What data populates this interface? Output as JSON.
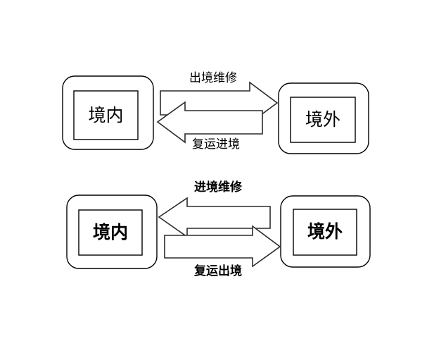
{
  "diagram": {
    "type": "process-flow",
    "title_visible": false,
    "background_color": "#ffffff",
    "stroke_color": "#000000",
    "arrow_stroke_color": "#2b2b2b",
    "rows": [
      {
        "id": "outbound-repair-row",
        "left_node": {
          "label": "境内",
          "weight": "normal"
        },
        "right_node": {
          "label": "境外",
          "weight": "normal"
        },
        "top_edge": {
          "label": "出境维修",
          "direction": "right",
          "weight": "normal"
        },
        "bottom_edge": {
          "label": "复运进境",
          "direction": "left",
          "weight": "normal"
        }
      },
      {
        "id": "inbound-repair-row",
        "left_node": {
          "label": "境内",
          "weight": "bold"
        },
        "right_node": {
          "label": "境外",
          "weight": "bold"
        },
        "top_edge": {
          "label": "进境维修",
          "direction": "left",
          "weight": "bold"
        },
        "bottom_edge": {
          "label": "复运出境",
          "direction": "right",
          "weight": "bold"
        }
      }
    ]
  }
}
